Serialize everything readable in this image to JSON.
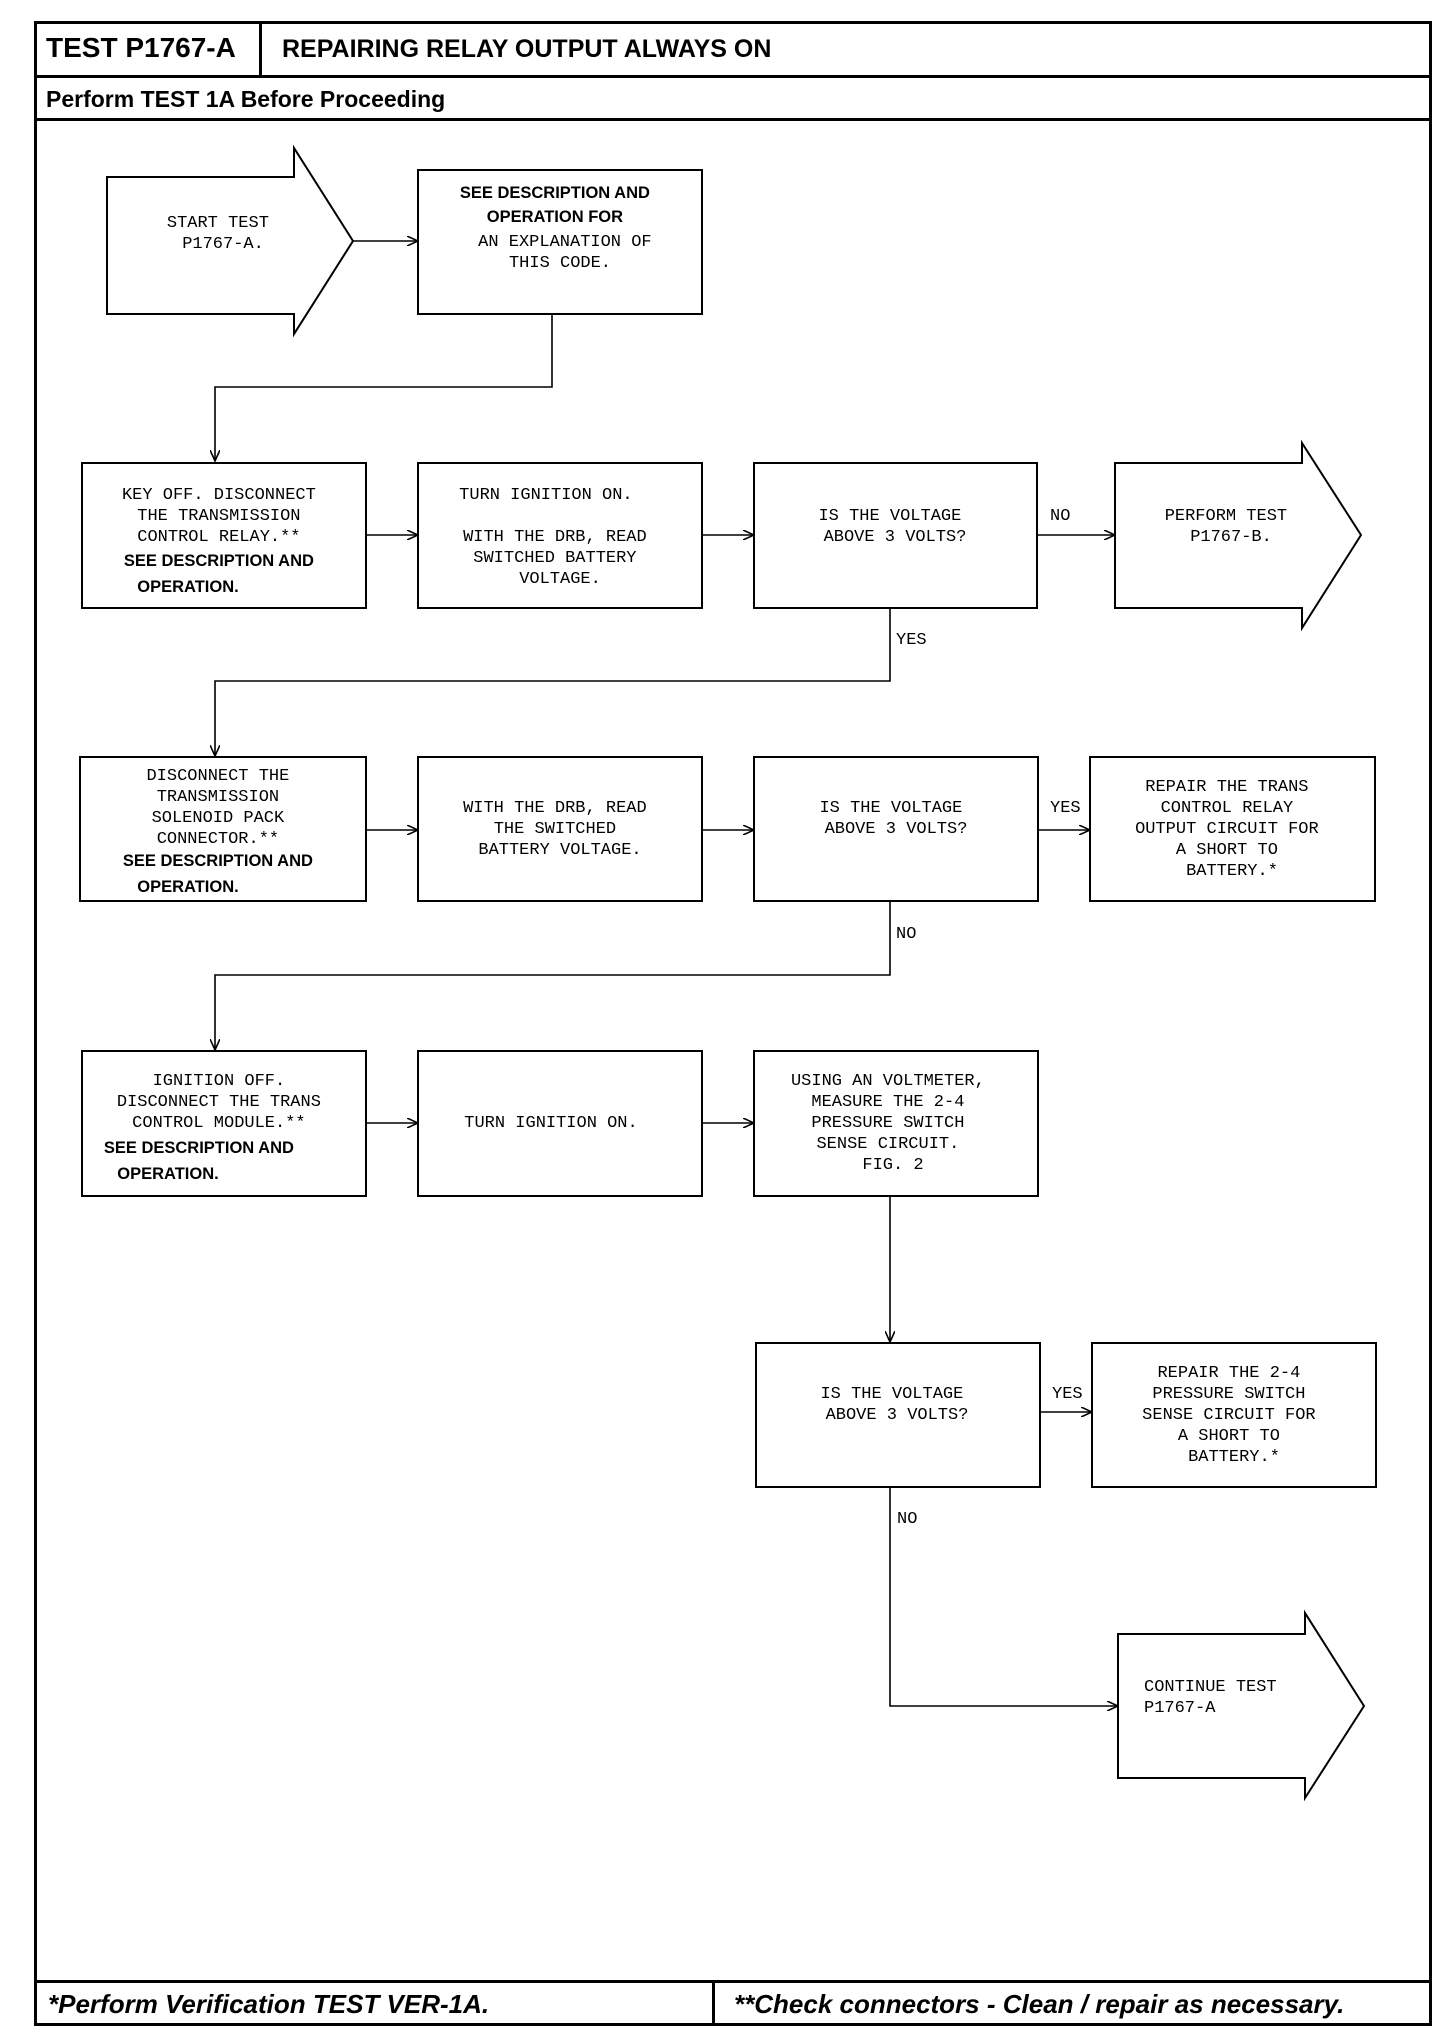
{
  "header": {
    "test_code": "TEST P1767-A",
    "title": "REPAIRING RELAY OUTPUT ALWAYS ON",
    "subtitle": "Perform TEST 1A Before Proceeding"
  },
  "nodes": {
    "start": [
      "START TEST",
      "P1767-A."
    ],
    "see_desc": [
      "SEE DESCRIPTION AND",
      "OPERATION FOR",
      "AN EXPLANATION OF",
      "THIS CODE."
    ],
    "key_off": [
      "KEY OFF. DISCONNECT",
      "THE TRANSMISSION",
      "CONTROL RELAY.**",
      "SEE DESCRIPTION AND",
      "OPERATION."
    ],
    "turn_ign_1": [
      "TURN IGNITION ON.",
      "",
      "WITH THE DRB, READ",
      "SWITCHED BATTERY",
      "VOLTAGE."
    ],
    "q1": [
      "IS THE VOLTAGE",
      "ABOVE 3 VOLTS?"
    ],
    "perform_b": [
      "PERFORM TEST",
      "P1767-B."
    ],
    "disconnect_sol": [
      "DISCONNECT THE",
      "TRANSMISSION",
      "SOLENOID PACK",
      "CONNECTOR.**",
      "SEE DESCRIPTION AND",
      "OPERATION."
    ],
    "read_drb": [
      "WITH THE DRB, READ",
      "THE SWITCHED",
      "BATTERY VOLTAGE."
    ],
    "q2": [
      "IS THE VOLTAGE",
      "ABOVE 3 VOLTS?"
    ],
    "repair_relay": [
      "REPAIR THE TRANS",
      "CONTROL RELAY",
      "OUTPUT CIRCUIT FOR",
      "A SHORT TO",
      "BATTERY.*"
    ],
    "ign_off": [
      "IGNITION OFF.",
      "DISCONNECT THE TRANS",
      "CONTROL MODULE.**",
      "SEE DESCRIPTION AND",
      "OPERATION."
    ],
    "turn_ign_2": [
      "TURN IGNITION ON."
    ],
    "voltmeter": [
      "USING AN VOLTMETER,",
      "MEASURE THE 2-4",
      "PRESSURE SWITCH",
      "SENSE CIRCUIT.",
      "FIG. 2"
    ],
    "q3": [
      "IS THE VOLTAGE",
      "ABOVE 3 VOLTS?"
    ],
    "repair_switch": [
      "REPAIR THE 2-4",
      "PRESSURE SWITCH",
      "SENSE CIRCUIT FOR",
      "A SHORT TO",
      "BATTERY.*"
    ],
    "continue": [
      "CONTINUE TEST",
      "P1767-A"
    ]
  },
  "labels": {
    "no_1": "NO",
    "yes_1": "YES",
    "yes_2": "YES",
    "no_2": "NO",
    "yes_3": "YES",
    "no_3": "NO"
  },
  "footer": {
    "left": "*Perform Verification TEST VER-1A.",
    "right": "**Check connectors - Clean / repair as necessary."
  }
}
